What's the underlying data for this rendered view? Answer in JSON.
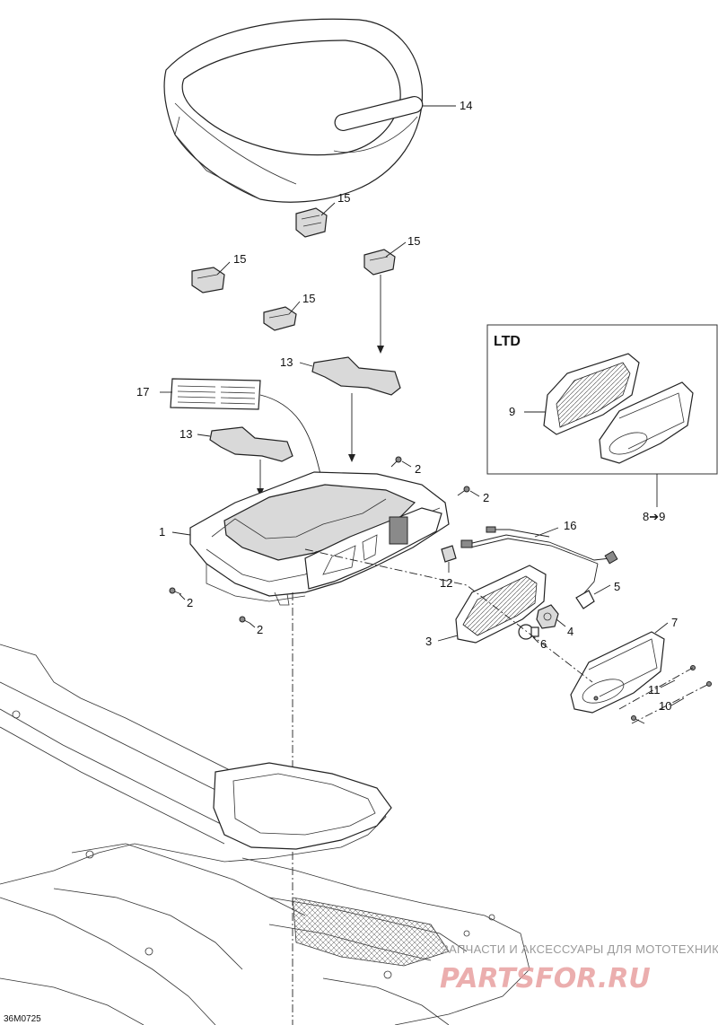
{
  "diagram": {
    "ltd_box_title": "LTD",
    "callouts": {
      "c1": "1",
      "c2a": "2",
      "c2b": "2",
      "c2c": "2",
      "c2d": "2",
      "c3": "3",
      "c4": "4",
      "c5": "5",
      "c6": "6",
      "c7": "7",
      "c8_9": "8➔9",
      "c9": "9",
      "c10": "10",
      "c11": "11",
      "c12": "12",
      "c13a": "13",
      "c13b": "13",
      "c14": "14",
      "c15a": "15",
      "c15b": "15",
      "c15c": "15",
      "c15d": "15",
      "c16": "16",
      "c17": "17"
    },
    "drawing_code": "36M0725"
  },
  "watermark": {
    "tagline": "ЗАПЧАСТИ И АКСЕССУАРЫ ДЛЯ МОТОТЕХНИКИ",
    "logo": "PARTSFOR.RU"
  }
}
